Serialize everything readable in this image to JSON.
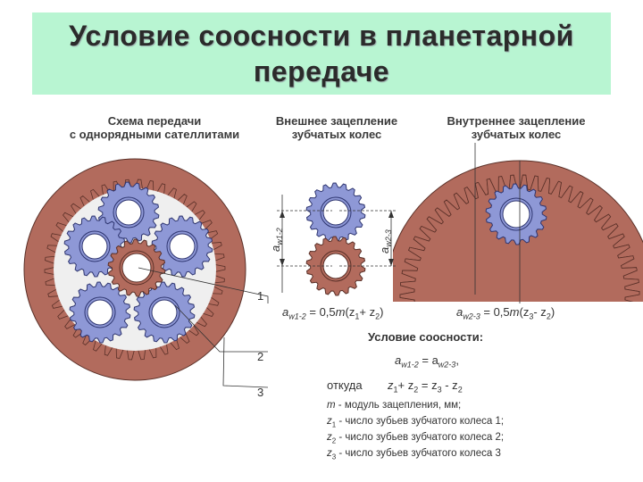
{
  "title": {
    "line1": "Условие соосности в планетарной",
    "line2": "передаче"
  },
  "headers": {
    "scheme_l1": "Схема передачи",
    "scheme_l2": "с однорядными сателлитами",
    "external_l1": "Внешнее зацепление",
    "external_l2": "зубчатых колес",
    "internal_l1": "Внутреннее зацепление",
    "internal_l2": "зубчатых колес"
  },
  "callouts": {
    "n1": "1",
    "n2": "2",
    "n3": "3"
  },
  "dims": {
    "aw12": "a",
    "aw12_sub": "w1-2",
    "aw23": "a",
    "aw23_sub": "w2-3"
  },
  "formulas": {
    "ext_lhs": "a",
    "ext_lhs_sub": "w1-2",
    "ext_rhs": "= 0,5",
    "ext_m": "m",
    "ext_z1": "(z",
    "ext_z1_sub": "1",
    "ext_plus": "+ z",
    "ext_z2_sub": "2",
    "ext_close": ")",
    "int_lhs": "a",
    "int_lhs_sub": "w2-3",
    "int_rhs": "= 0,5",
    "int_m": "m",
    "int_z3": "(z",
    "int_z3_sub": "3",
    "int_minus": "- z",
    "int_z2_sub": "2",
    "int_close": ")"
  },
  "condition": {
    "label": "Условие соосности:",
    "eq_a1": "a",
    "eq_a1_sub": "w1-2",
    "eq_mid": " = a",
    "eq_a2_sub": "w2-3",
    "eq_end": ",",
    "whence": "откуда",
    "z1": "z",
    "z1_sub": "1",
    "plus": "+ z",
    "z2_sub": "2",
    "eq": "= z",
    "z3_sub": "3",
    "minus": "- z",
    "z2b_sub": "2"
  },
  "notes": [
    {
      "sym": "m",
      "sub": "",
      "text": " - модуль зацепления, мм;"
    },
    {
      "sym": "z",
      "sub": "1",
      "text": " - число зубьев зубчатого колеса 1;"
    },
    {
      "sym": "z",
      "sub": "2",
      "text": " - число зубьев зубчатого колеса 2;"
    },
    {
      "sym": "z",
      "sub": "3",
      "text": " - число зубьев зубчатого колеса 3"
    }
  ],
  "colors": {
    "title_bg": "#b8f5d2",
    "ring_brown": "#b26b5d",
    "ring_dark": "#5a3028",
    "planet_blue": "#8e98d6",
    "planet_dark": "#2e3570",
    "sun_brown": "#b26b5d",
    "inner_bg": "#efefef"
  }
}
